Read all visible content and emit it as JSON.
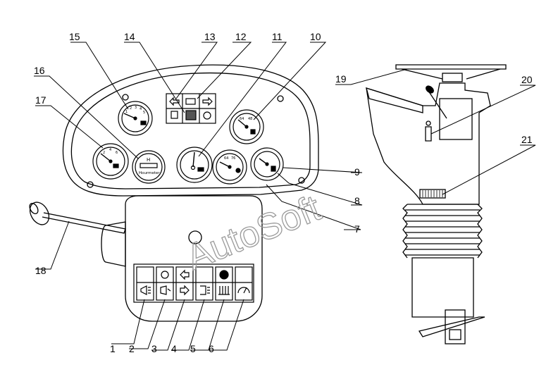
{
  "colors": {
    "line": "#000000",
    "watermark": "#9a9a9a",
    "background": "#ffffff"
  },
  "watermark": "AutoSoft",
  "hourmeter": {
    "letter": "H",
    "label": "Hourmeter"
  },
  "gauges": {
    "tach": {
      "scale": [
        "0",
        "1",
        "2",
        "3",
        "4",
        "5"
      ],
      "icon": "engine-icon"
    },
    "left": {
      "scale": [
        "2",
        "4",
        "6"
      ],
      "icon": "oil-pressure-icon"
    },
    "voltage": {
      "icon": "battery-icon"
    },
    "temp": {
      "scale": [
        "64",
        "76"
      ],
      "icon": "coolant-temp-icon"
    },
    "fuel": {
      "icon": "fuel-icon"
    },
    "right": {
      "scale": [
        "64",
        "48"
      ],
      "icon": "temperature-icon"
    }
  },
  "indicators": {
    "top": [
      "turn-left-arrow-icon",
      "battery-icon",
      "turn-right-arrow-icon"
    ],
    "bottom": [
      "fuel-icon",
      "hatched-lamp-icon",
      "filter-icon"
    ]
  },
  "switches": {
    "top": [
      "blank",
      "headlight-icon",
      "turn-left-arrow-icon",
      "blank",
      "fan-icon",
      "blank"
    ],
    "bottom": [
      "headlight-icon",
      "low-beam-icon",
      "turn-right-arrow-icon",
      "fog-light-icon",
      "heater-icon",
      "wiper-icon"
    ]
  },
  "callouts": [
    {
      "id": "1",
      "text": "1"
    },
    {
      "id": "2",
      "text": "2"
    },
    {
      "id": "3",
      "text": "3"
    },
    {
      "id": "4",
      "text": "4"
    },
    {
      "id": "5",
      "text": "5"
    },
    {
      "id": "6",
      "text": "6"
    },
    {
      "id": "7",
      "text": "7"
    },
    {
      "id": "8",
      "text": "8"
    },
    {
      "id": "9",
      "text": "9"
    },
    {
      "id": "10",
      "text": "10"
    },
    {
      "id": "11",
      "text": "11"
    },
    {
      "id": "12",
      "text": "12"
    },
    {
      "id": "13",
      "text": "13"
    },
    {
      "id": "14",
      "text": "14"
    },
    {
      "id": "15",
      "text": "15"
    },
    {
      "id": "16",
      "text": "16"
    },
    {
      "id": "17",
      "text": "17"
    },
    {
      "id": "18",
      "text": "18"
    },
    {
      "id": "19",
      "text": "19"
    },
    {
      "id": "20",
      "text": "20"
    },
    {
      "id": "21",
      "text": "21"
    }
  ]
}
